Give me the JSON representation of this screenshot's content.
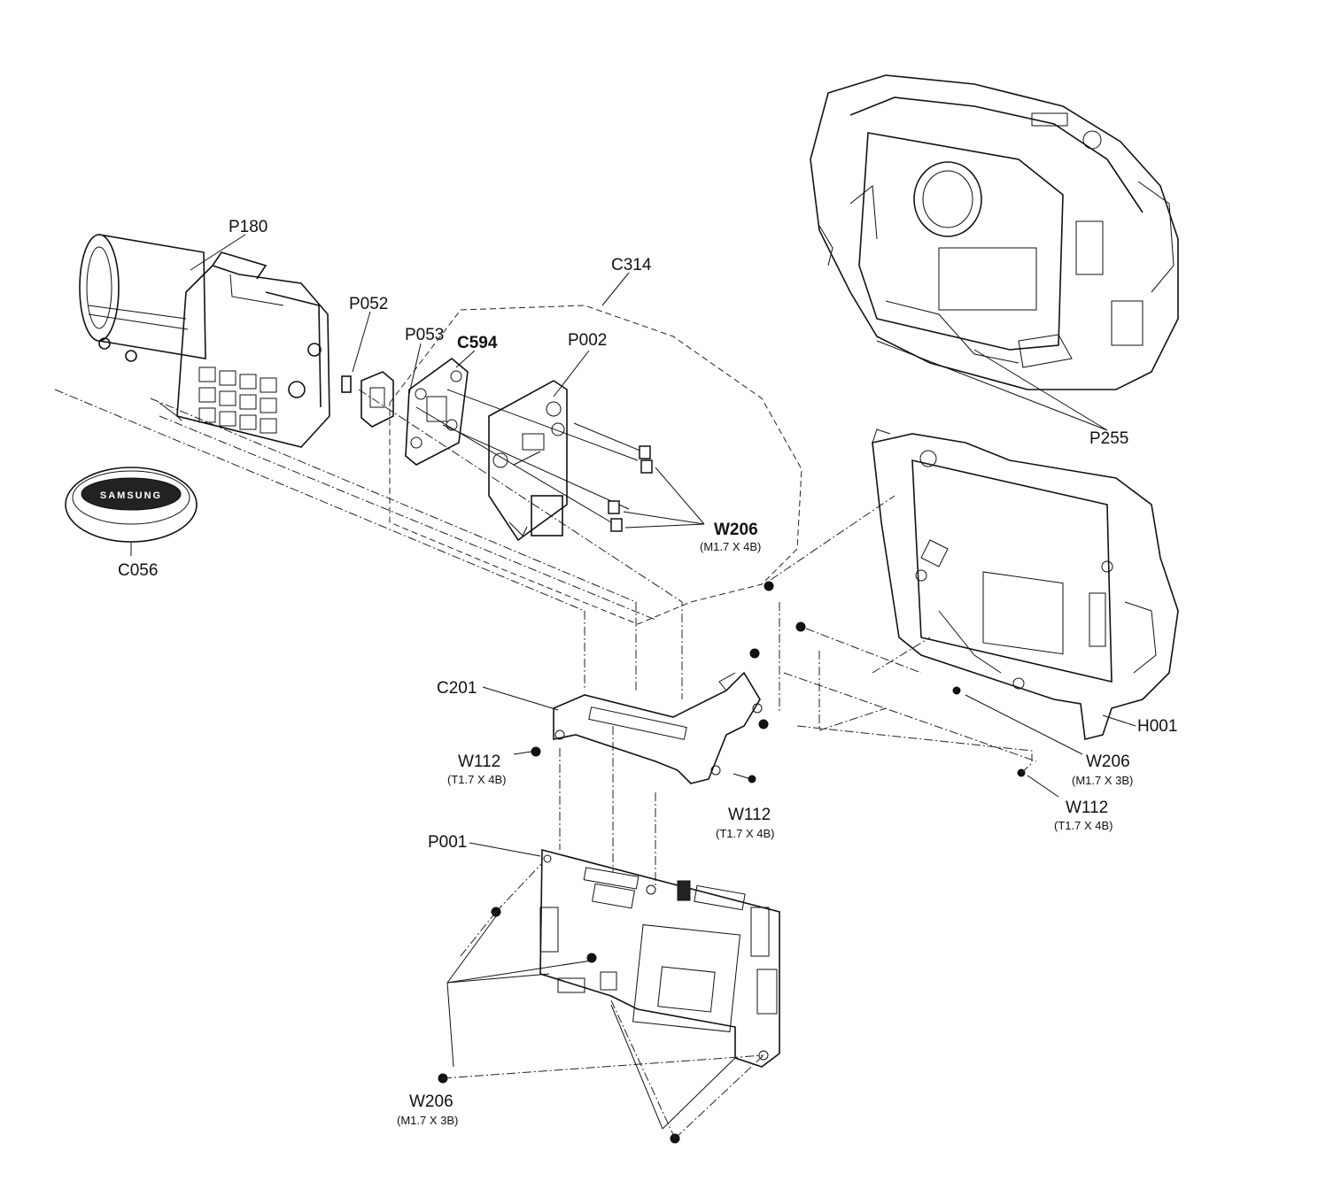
{
  "labels": {
    "p180": "P180",
    "p052": "P052",
    "p053": "P053",
    "c594": "C594",
    "p002": "P002",
    "c314": "C314",
    "p255": "P255",
    "c056": "C056",
    "w206_top": "W206",
    "w206_top_spec": "(M1.7 X 4B)",
    "c201": "C201",
    "w112_left": "W112",
    "w112_left_spec": "(T1.7 X 4B)",
    "w112_mid": "W112",
    "w112_mid_spec": "(T1.7 X 4B)",
    "h001": "H001",
    "w206_right": "W206",
    "w206_right_spec": "(M1.7 X 3B)",
    "w112_right": "W112",
    "w112_right_spec": "(T1.7 X 4B)",
    "p001": "P001",
    "w206_bottom": "W206",
    "w206_bottom_spec": "(M1.7 X 3B)"
  },
  "lens_cap_text": "SAMSUNG"
}
